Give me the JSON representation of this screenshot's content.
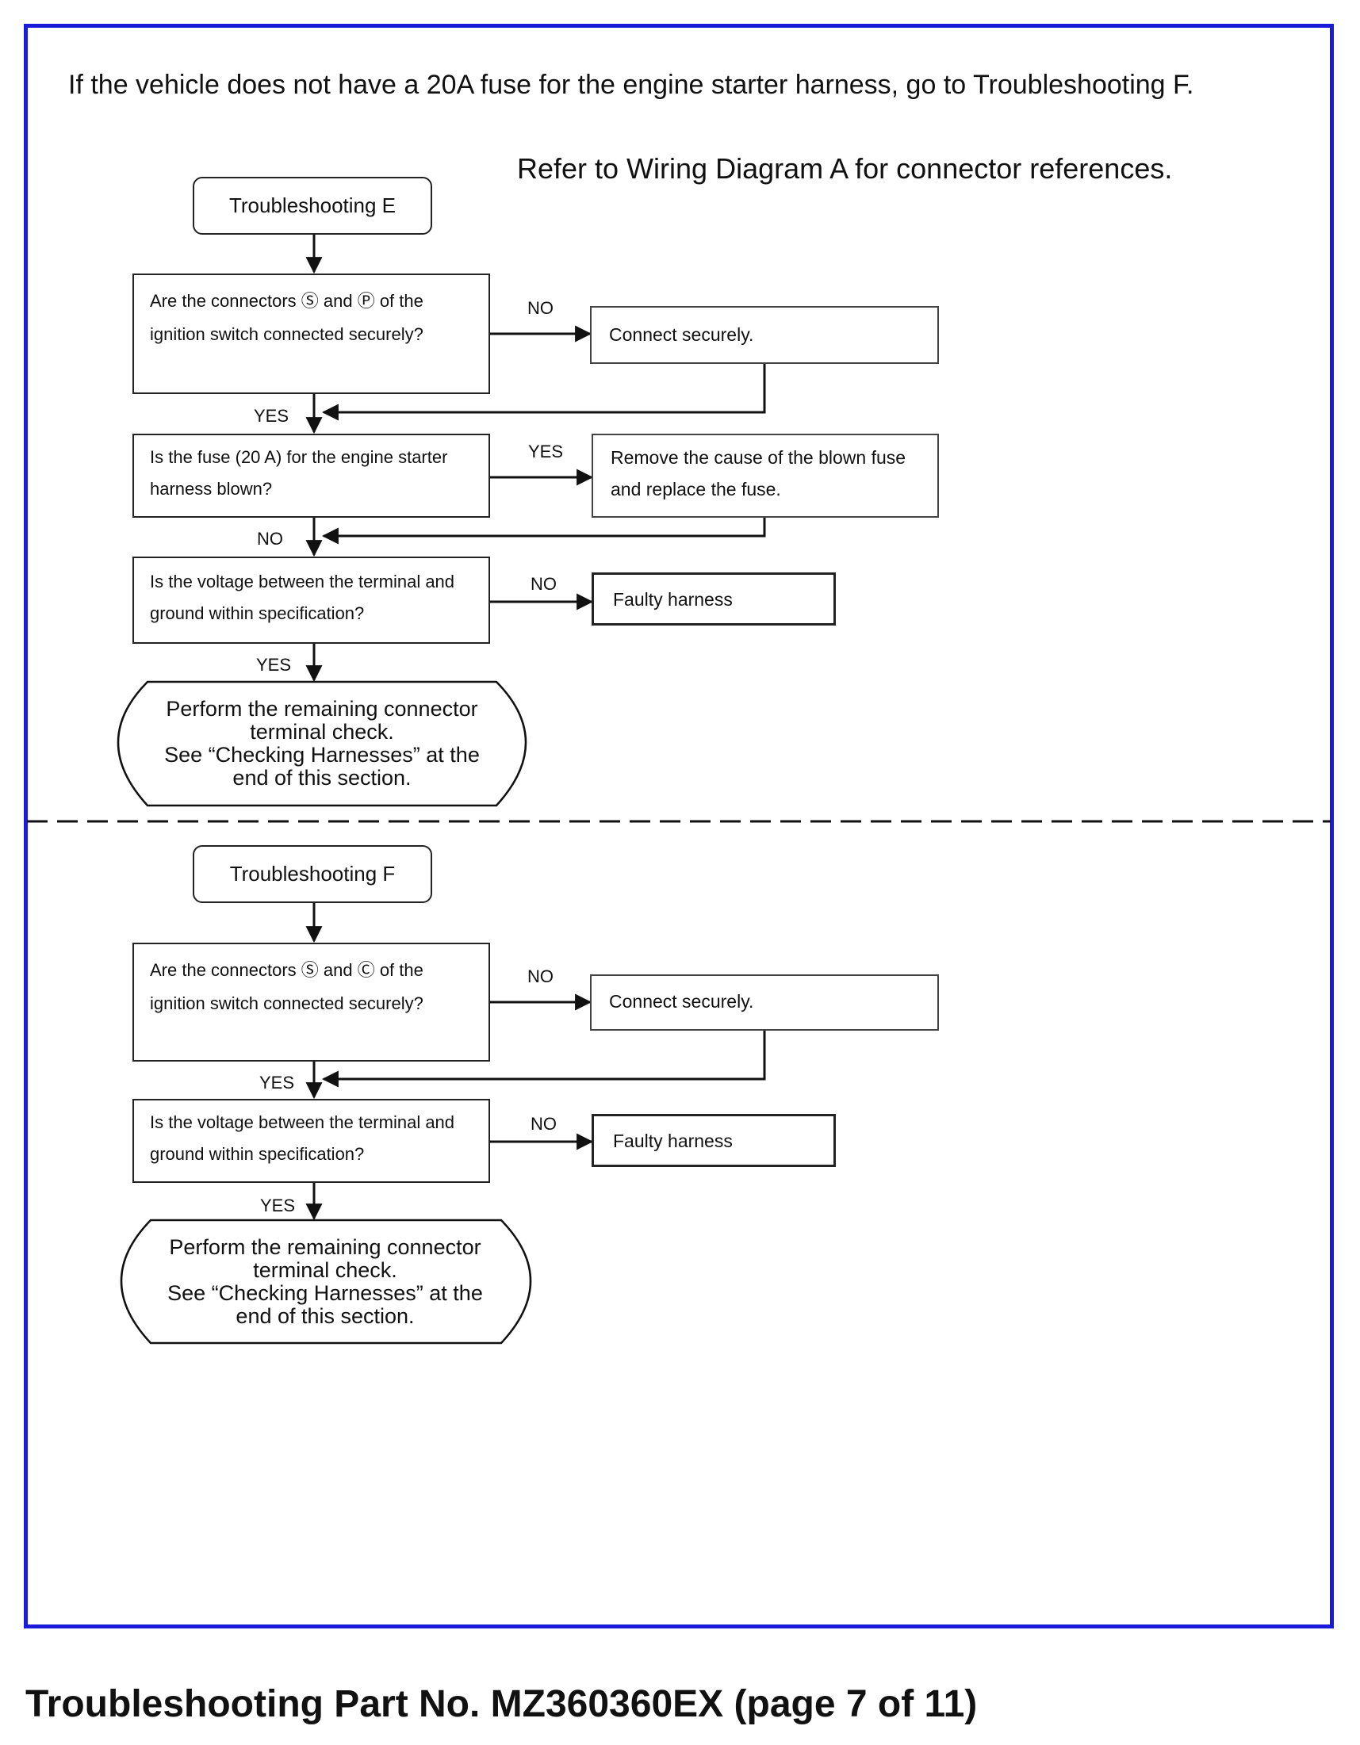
{
  "intro_note": "If the vehicle does not have a 20A fuse for the engine starter harness, go to Troubleshooting F.",
  "refer_note": "Refer to Wiring Diagram A for connector references.",
  "footer_title": "Troubleshooting Part No. MZ360360EX (page 7 of 11)",
  "flow_e": {
    "title": "Troubleshooting E",
    "q1": "Are the connectors Ⓢ and Ⓟ of the ignition switch connected securely?",
    "q1_no_label": "NO",
    "q1_no_action": "Connect securely.",
    "q1_yes_label": "YES",
    "q2": "Is the fuse (20 A) for the engine starter harness blown?",
    "q2_yes_label": "YES",
    "q2_yes_action": "Remove the cause of the blown fuse and replace the fuse.",
    "q2_no_label": "NO",
    "q3": "Is the voltage between the terminal and ground within specification?",
    "q3_no_label": "NO",
    "q3_no_action": "Faulty harness",
    "q3_yes_label": "YES",
    "end_line1": "Perform the remaining connector terminal check.",
    "end_line2": "See “Checking Harnesses” at the end of this section."
  },
  "flow_f": {
    "title": "Troubleshooting F",
    "q1": "Are the connectors Ⓢ and Ⓒ of the ignition switch connected securely?",
    "q1_no_label": "NO",
    "q1_no_action": "Connect securely.",
    "q1_yes_label": "YES",
    "q2": "Is the voltage between the terminal and ground within specification?",
    "q2_no_label": "NO",
    "q2_no_action": "Faulty harness",
    "q2_yes_label": "YES",
    "end_line1": "Perform the remaining connector terminal check.",
    "end_line2": "See “Checking Harnesses” at the end of this section."
  },
  "colors": {
    "frame": "#1a1ad9",
    "line": "#111111"
  }
}
